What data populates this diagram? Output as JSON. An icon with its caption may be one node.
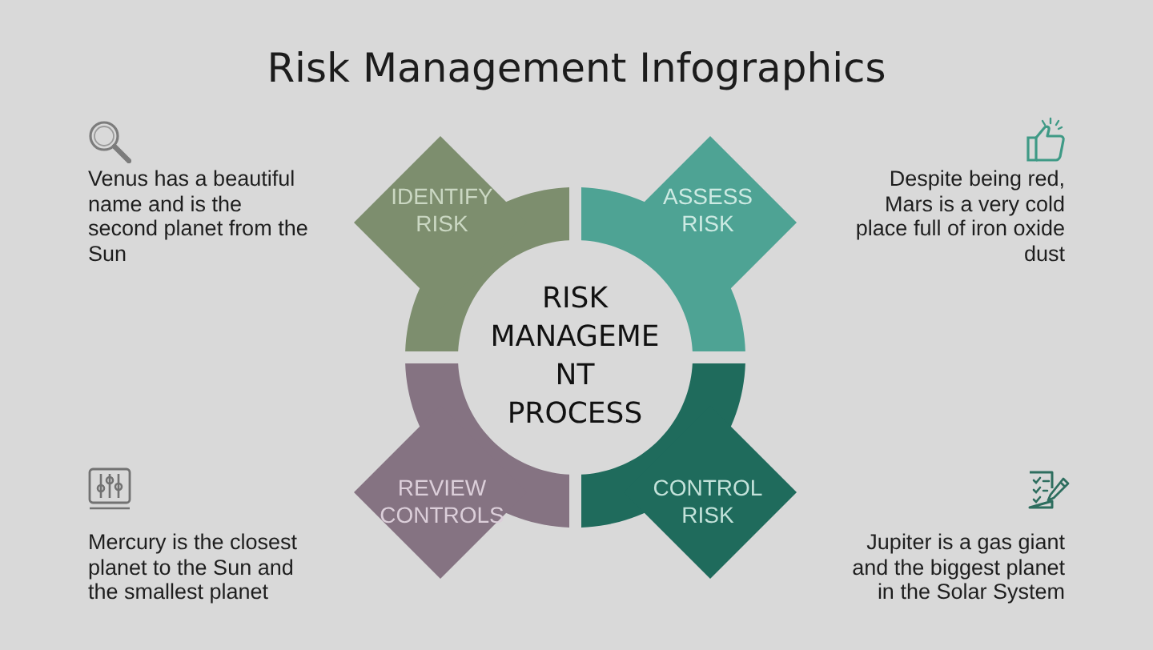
{
  "diagram": {
    "title": "Risk Management Infographics",
    "nodes": [
      {
        "text": [
          "IDENTIFY RISK"
        ]
      },
      {
        "text": [
          "ASSESS RISK"
        ]
      },
      {
        "text": [
          "RISK MANAGEMENT PROCESS"
        ]
      },
      {
        "text": [
          "REVIEW CONTROLS"
        ]
      },
      {
        "text": [
          "CONTROL RISK"
        ]
      }
    ],
    "labels": [
      "Venus has a beautiful name and is the second planet from the Sun",
      "Despite being red, Mars is a very cold place full of iron oxide dust",
      "Mercury is the closest planet to the Sun and the smallest planet",
      "Jupiter is a gas giant and the biggest planet in the Solar System"
    ]
  }
}
